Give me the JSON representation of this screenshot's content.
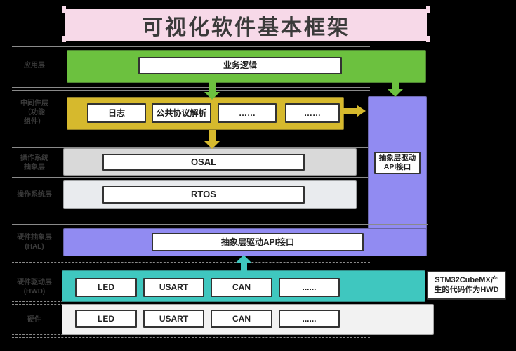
{
  "title": {
    "text": "可视化软件基本框架"
  },
  "colors": {
    "background": "#000000",
    "title_bg": "#F7D9E8",
    "application_bar": "#6CC13F",
    "middleware_bar": "#D6B92D",
    "osal_bar": "#D9D9D9",
    "os_bar": "#E9EBEE",
    "hal_bar": "#918BF2",
    "hwd_bar": "#3FC7BF",
    "hw_bar": "#F2F2F2",
    "box_border": "#333333",
    "separator": "#8A8A8A",
    "label_text": "#3B3B3B"
  },
  "layers": [
    {
      "name": "application",
      "label_lines": [
        "应用层"
      ],
      "boxes": [
        "业务逻辑"
      ]
    },
    {
      "name": "middleware",
      "label_lines": [
        "中间件层",
        "（功能",
        "组件）"
      ],
      "boxes": [
        "日志",
        "公共协议解析",
        "……",
        "……"
      ]
    },
    {
      "name": "os-abstraction",
      "label_lines": [
        "操作系统",
        "抽象层"
      ],
      "boxes": [
        "OSAL"
      ]
    },
    {
      "name": "operating-system",
      "label_lines": [
        "操作系统层"
      ],
      "boxes": [
        "RTOS"
      ]
    },
    {
      "name": "hardware-abstraction",
      "label_lines": [
        "硬件抽象层",
        "(HAL)"
      ],
      "boxes": [
        "抽象层驱动API接口"
      ]
    },
    {
      "name": "hardware-driver",
      "label_lines": [
        "硬件驱动层",
        "(HWD)"
      ],
      "boxes": [
        "LED",
        "USART",
        "CAN",
        "......"
      ]
    },
    {
      "name": "hardware",
      "label_lines": [
        "硬件"
      ],
      "boxes": [
        "LED",
        "USART",
        "CAN",
        "......"
      ]
    }
  ],
  "side_api_box": {
    "lines": [
      "抽象层驱动",
      "API接口"
    ]
  },
  "hwd_note": {
    "lines": [
      "STM32CubeMX产",
      "生的代码作为HWD"
    ]
  }
}
